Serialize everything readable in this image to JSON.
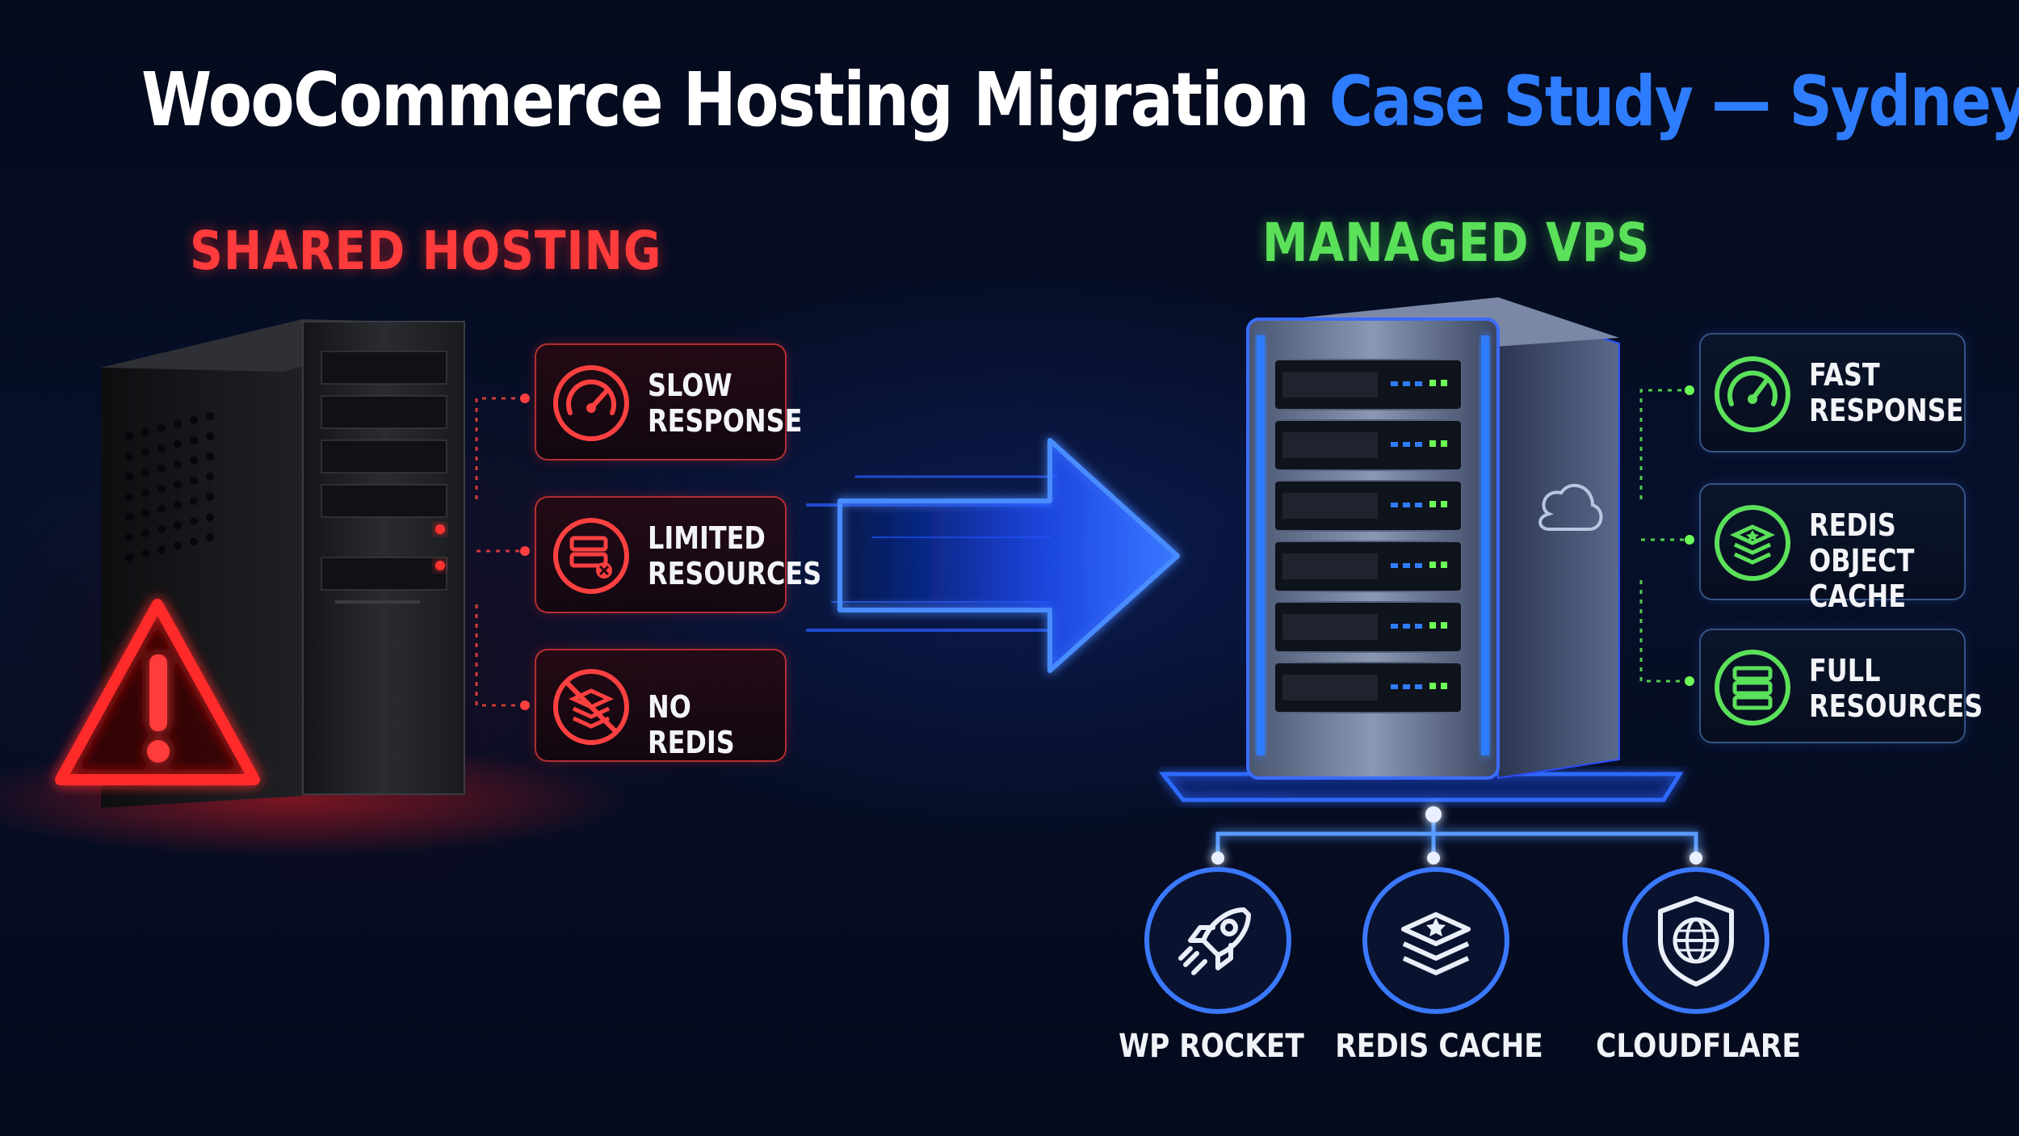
{
  "title": {
    "main": "WooCommerce Hosting Migration",
    "accent": "Case Study — Sydney"
  },
  "left": {
    "heading": "SHARED HOSTING",
    "warning_icon": "warning-triangle-icon",
    "features": [
      {
        "label": "SLOW\nRESPONSE",
        "icon": "speedometer-icon"
      },
      {
        "label": "LIMITED\nRESOURCES",
        "icon": "server-error-icon"
      },
      {
        "label": "NO REDIS",
        "icon": "redis-crossed-icon"
      }
    ]
  },
  "right": {
    "heading": "MANAGED VPS",
    "cloud_icon": "cloud-icon",
    "features": [
      {
        "label": "FAST\nRESPONSE",
        "icon": "speedometer-icon"
      },
      {
        "label": "REDIS OBJECT\nCACHE",
        "icon": "redis-stack-icon"
      },
      {
        "label": "FULL\nRESOURCES",
        "icon": "server-icon"
      }
    ],
    "tools": [
      {
        "label": "WP ROCKET",
        "icon": "rocket-icon"
      },
      {
        "label": "REDIS CACHE",
        "icon": "redis-stack-icon"
      },
      {
        "label": "CLOUDFLARE",
        "icon": "globe-shield-icon"
      }
    ]
  },
  "colors": {
    "red": "#ff3b3b",
    "green": "#5be05a",
    "blue": "#2f7dff",
    "glow_blue": "#3a78ff"
  }
}
